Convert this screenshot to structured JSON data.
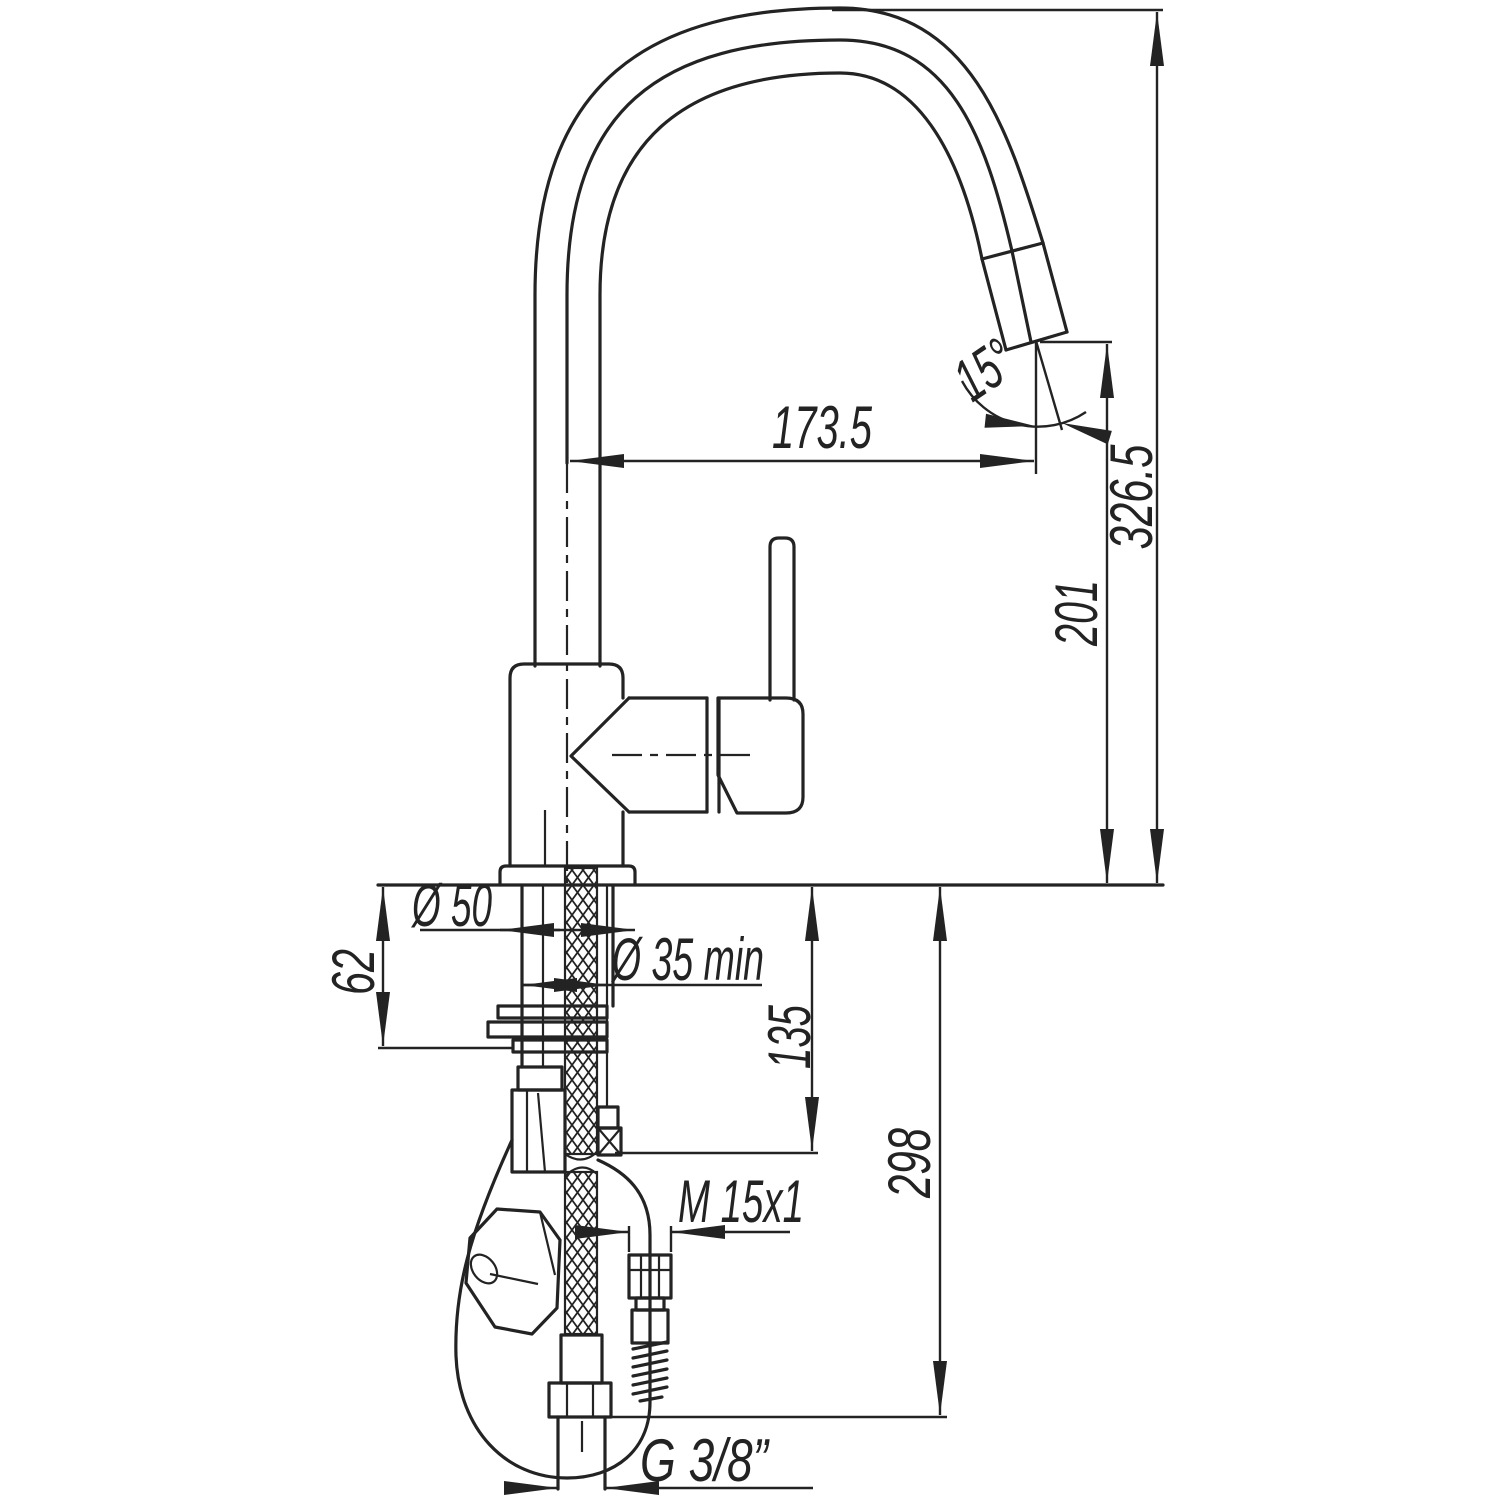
{
  "page": {
    "background": "#ffffff",
    "line_color": "#232323"
  },
  "drawing": {
    "type": "dimensioned-technical-drawing",
    "subject": "single-lever kitchen mixer tap with high gooseneck spout, pull-out spray head, hose weight and under-counter supply connections",
    "dims": {
      "overall_height": "326.5",
      "outlet_height": "201",
      "spout_reach": "173.5",
      "spray_angle": "15°",
      "base_diameter": "Ø 50",
      "hole_diameter": "Ø 35 min",
      "deck_thickness": "62",
      "shank_depth": "135",
      "hose_drop": "298",
      "hose_thread": "M 15x1",
      "supply_thread": "G 3/8”"
    }
  }
}
